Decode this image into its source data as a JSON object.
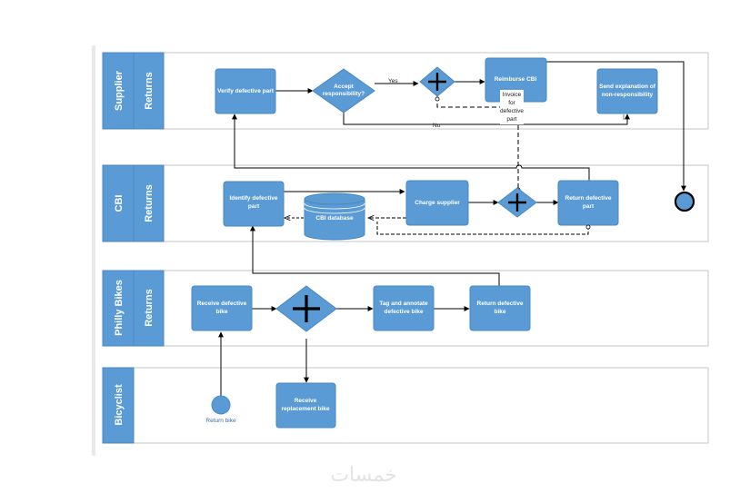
{
  "pools": [
    {
      "name": "Supplier",
      "lane": "Returns"
    },
    {
      "name": "CBI",
      "lane": "Returns"
    },
    {
      "name": "Philly Bikes",
      "lane": "Returns"
    },
    {
      "name": "Bicyclist",
      "lane": ""
    }
  ],
  "tasks": {
    "verify": [
      "Verify defective part"
    ],
    "reimburse": [
      "Reimburse CBI"
    ],
    "send_expl": [
      "Send explanation of",
      "non-responsibility"
    ],
    "identify": [
      "Identify defective",
      "part"
    ],
    "charge": [
      "Charge supplier"
    ],
    "return_part": [
      "Return defective",
      "part"
    ],
    "receive_bike": [
      "Receive defective",
      "bike"
    ],
    "tag": [
      "Tag and annotate",
      "defective bike"
    ],
    "return_bike": [
      "Return defective",
      "bike"
    ],
    "replacement": [
      "Receive",
      "replacement bike"
    ]
  },
  "gateway_accept": [
    "Accept",
    "responsibility?"
  ],
  "database": "CBI database",
  "invoice_note": [
    "Invoice",
    "for",
    "defective",
    "part"
  ],
  "edge_labels": {
    "yes": "Yes",
    "no": "No"
  },
  "start_event_label": "Return bike",
  "watermark": "خمسات",
  "colors": {
    "task": "#5b9bd5",
    "task_border": "#4a87c1",
    "pool": "#5b9bd5",
    "line": "#000000"
  }
}
